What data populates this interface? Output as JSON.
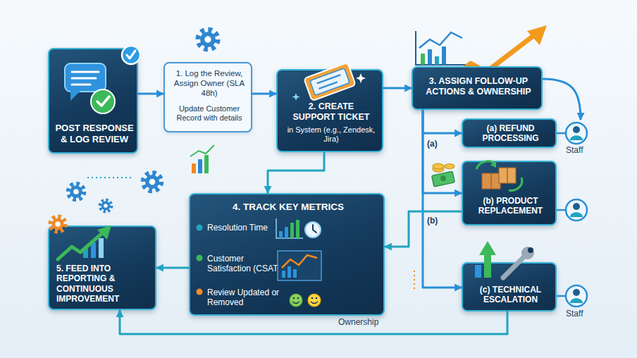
{
  "diagram": {
    "nodes": [
      {
        "text": [
          "POST RESPONSE & LOG REVIEW"
        ]
      },
      {
        "text": [
          "1. Log the Review, Assign Owner (SLA 48h)",
          "Update Customer Record with details"
        ]
      },
      {
        "text": [
          "2. CREATE SUPPORT TICKET",
          "in System (e.g., Zendesk, Jira)"
        ]
      },
      {
        "text": [
          "3. ASSIGN FOLLOW-UP ACTIONS & OWNERSHIP"
        ]
      },
      {
        "text": [
          "(a) REFUND PROCESSING"
        ]
      },
      {
        "text": [
          "(b) PRODUCT REPLACEMENT"
        ]
      },
      {
        "text": [
          "(c) TECHNICAL ESCALATION"
        ]
      },
      {
        "text": [
          "4. TRACK KEY METRICS",
          "Resolution Time",
          "Customer Satisfaction (CSAT)",
          "Review Updated or Removed"
        ]
      },
      {
        "text": [
          "5. FEED INTO REPORTING & CONTINUOUS IMPROVEMENT"
        ]
      }
    ],
    "edges": [
      {
        "from": 0,
        "to": 1,
        "arrow": "to"
      },
      {
        "from": 1,
        "to": 2,
        "arrow": "to"
      },
      {
        "from": 2,
        "to": 3,
        "arrow": "to"
      },
      {
        "from": 3,
        "to": 4,
        "arrow": "to"
      },
      {
        "from": 3,
        "to": 5,
        "arrow": "to"
      },
      {
        "from": 3,
        "to": 6,
        "arrow": "to"
      },
      {
        "from": 2,
        "to": 7,
        "arrow": "to"
      },
      {
        "from": 5,
        "to": 7,
        "arrow": "to"
      },
      {
        "from": 7,
        "to": 8,
        "arrow": "to"
      },
      {
        "from": 6,
        "to": 8,
        "arrow": "to"
      }
    ],
    "labels": [
      "(a)",
      "Staff",
      "(b)",
      "Ownership",
      "Staff"
    ]
  }
}
